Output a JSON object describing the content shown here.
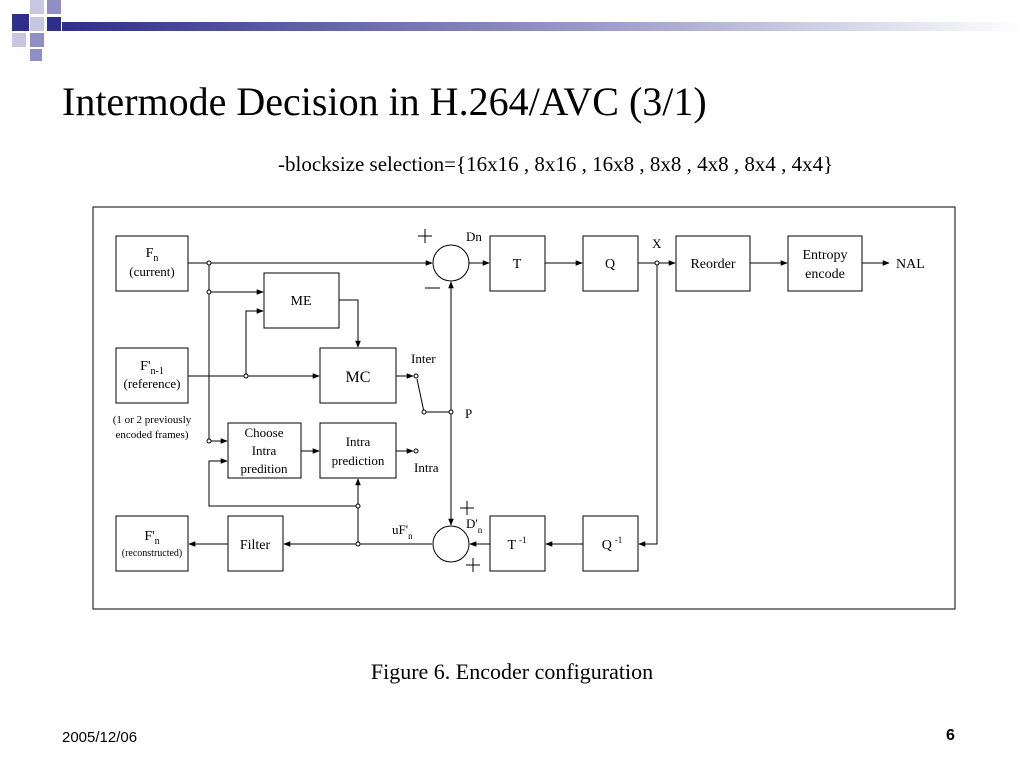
{
  "title": "Intermode Decision in H.264/AVC (3/1)",
  "subtitle": "-blocksize selection={16x16 , 8x16 , 16x8 , 8x8 , 4x8 , 8x4 , 4x4}",
  "caption": "Figure 6. Encoder configuration",
  "footer": {
    "date": "2005/12/06",
    "page": "6"
  },
  "colors": {
    "deco_dark": "#2e2e8c",
    "deco_mid": "#8f8fc4",
    "deco_light": "#c7c7e2"
  },
  "diagram": {
    "fn": {
      "main": "F",
      "sub": "n",
      "label": "(current)"
    },
    "fref": {
      "main": "F'",
      "sub": "n-1",
      "label": "(reference)"
    },
    "fref_note": [
      "(1 or 2 previously",
      "encoded frames)"
    ],
    "frec": {
      "main": "F'",
      "sub": "n",
      "label": "(reconstructed)"
    },
    "me": "ME",
    "mc": "MC",
    "choose_intra": [
      "Choose",
      "Intra",
      "predition"
    ],
    "intra_pred": [
      "Intra",
      "prediction"
    ],
    "t": "T",
    "q": "Q",
    "reorder": "Reorder",
    "entropy": [
      "Entropy",
      "encode"
    ],
    "nal": "NAL",
    "t_inv": {
      "main": "T",
      "sup": "-1"
    },
    "q_inv": {
      "main": "Q",
      "sup": "-1"
    },
    "filter": "Filter",
    "dn": "Dn",
    "x": "X",
    "inter": "Inter",
    "intra": "Intra",
    "p": "P",
    "dprime": {
      "main": "D'",
      "sub": "n"
    },
    "uf": {
      "main": "uF'",
      "sub": "n"
    },
    "plus": "+",
    "minus": "–"
  }
}
